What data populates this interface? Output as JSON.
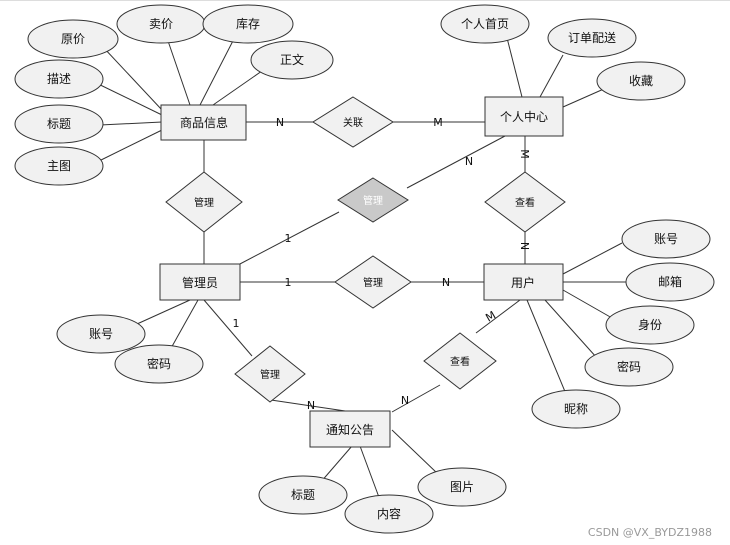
{
  "colors": {
    "entity_fill": "#f1f1f1",
    "attribute_fill": "#f1f1f1",
    "relationship_fill": "#f1f1f1",
    "relationship_fill_shaded": "#c9c9c9",
    "stroke": "#333333",
    "top_border": "#dddddd"
  },
  "entities": {
    "product": "商品信息",
    "personal_center": "个人中心",
    "admin": "管理员",
    "user": "用户",
    "notice": "通知公告"
  },
  "relationships": {
    "product_personal": "关联",
    "admin_product": "管理",
    "admin_personal": "管理",
    "personal_user": "查看",
    "admin_user": "管理",
    "admin_notice": "管理",
    "user_notice": "查看"
  },
  "attributes": {
    "product": [
      "原价",
      "卖价",
      "库存",
      "正文",
      "描述",
      "标题",
      "主图"
    ],
    "personal_center": [
      "个人首页",
      "订单配送",
      "收藏"
    ],
    "user": [
      "账号",
      "邮箱",
      "身份",
      "密码",
      "昵称"
    ],
    "admin": [
      "账号",
      "密码"
    ],
    "notice": [
      "标题",
      "内容",
      "图片"
    ]
  },
  "cardinalities": {
    "product_to_rel": "N",
    "rel_to_personal": "M",
    "admin_to_personal": "N",
    "personal_to_view": "M",
    "view_to_user": "N",
    "admin_to_user_rel": "1",
    "rel_to_user": "N",
    "admin_to_personal_rel": "1",
    "admin_to_notice_rel": "1",
    "rel_to_notice_admin": "N",
    "user_to_view_notice": "M",
    "view_to_notice": "N"
  },
  "watermark": "CSDN @VX_BYDZ1988"
}
